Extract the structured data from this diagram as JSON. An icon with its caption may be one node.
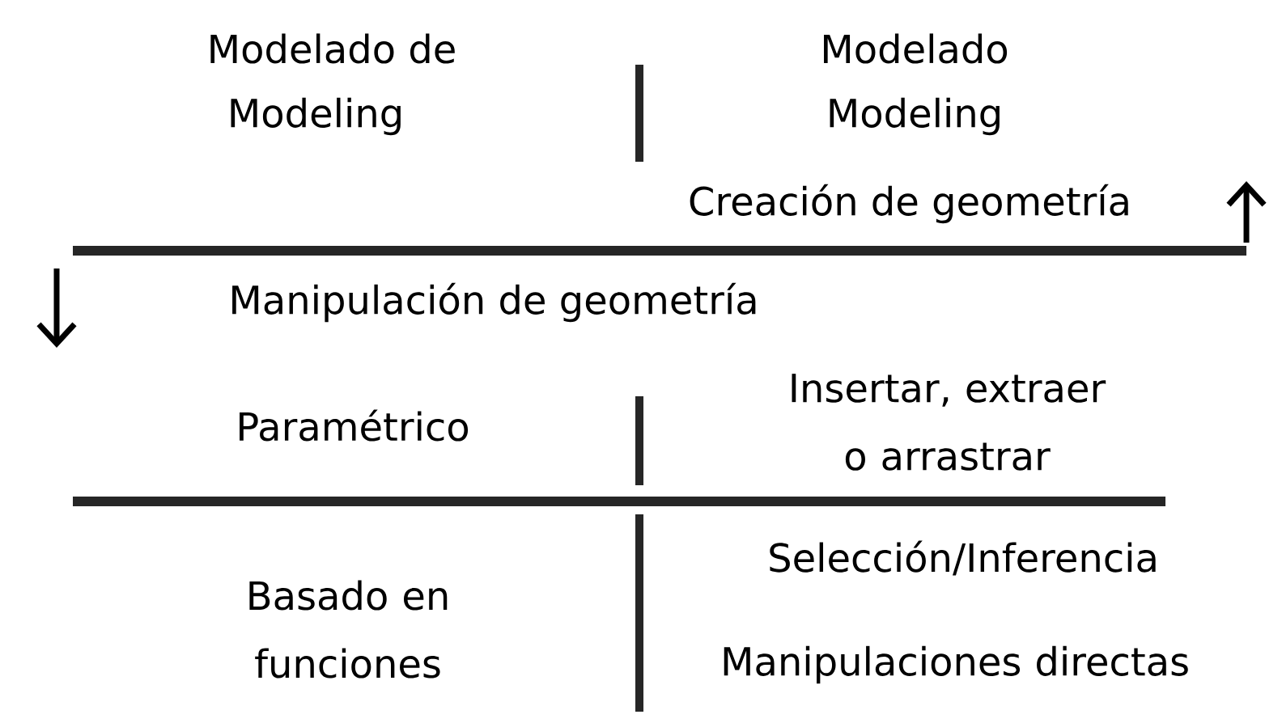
{
  "diagram": {
    "labels": [
      "Modelado de",
      "Modeling",
      "Modelado",
      "Modeling",
      "Creación de geometría",
      "Manipulación de geometría",
      "Paramétrico",
      "Insertar, extraer o arrastrar",
      "Basado en funciones",
      "Selección/Inferencia",
      "Manipulaciones directas"
    ]
  }
}
